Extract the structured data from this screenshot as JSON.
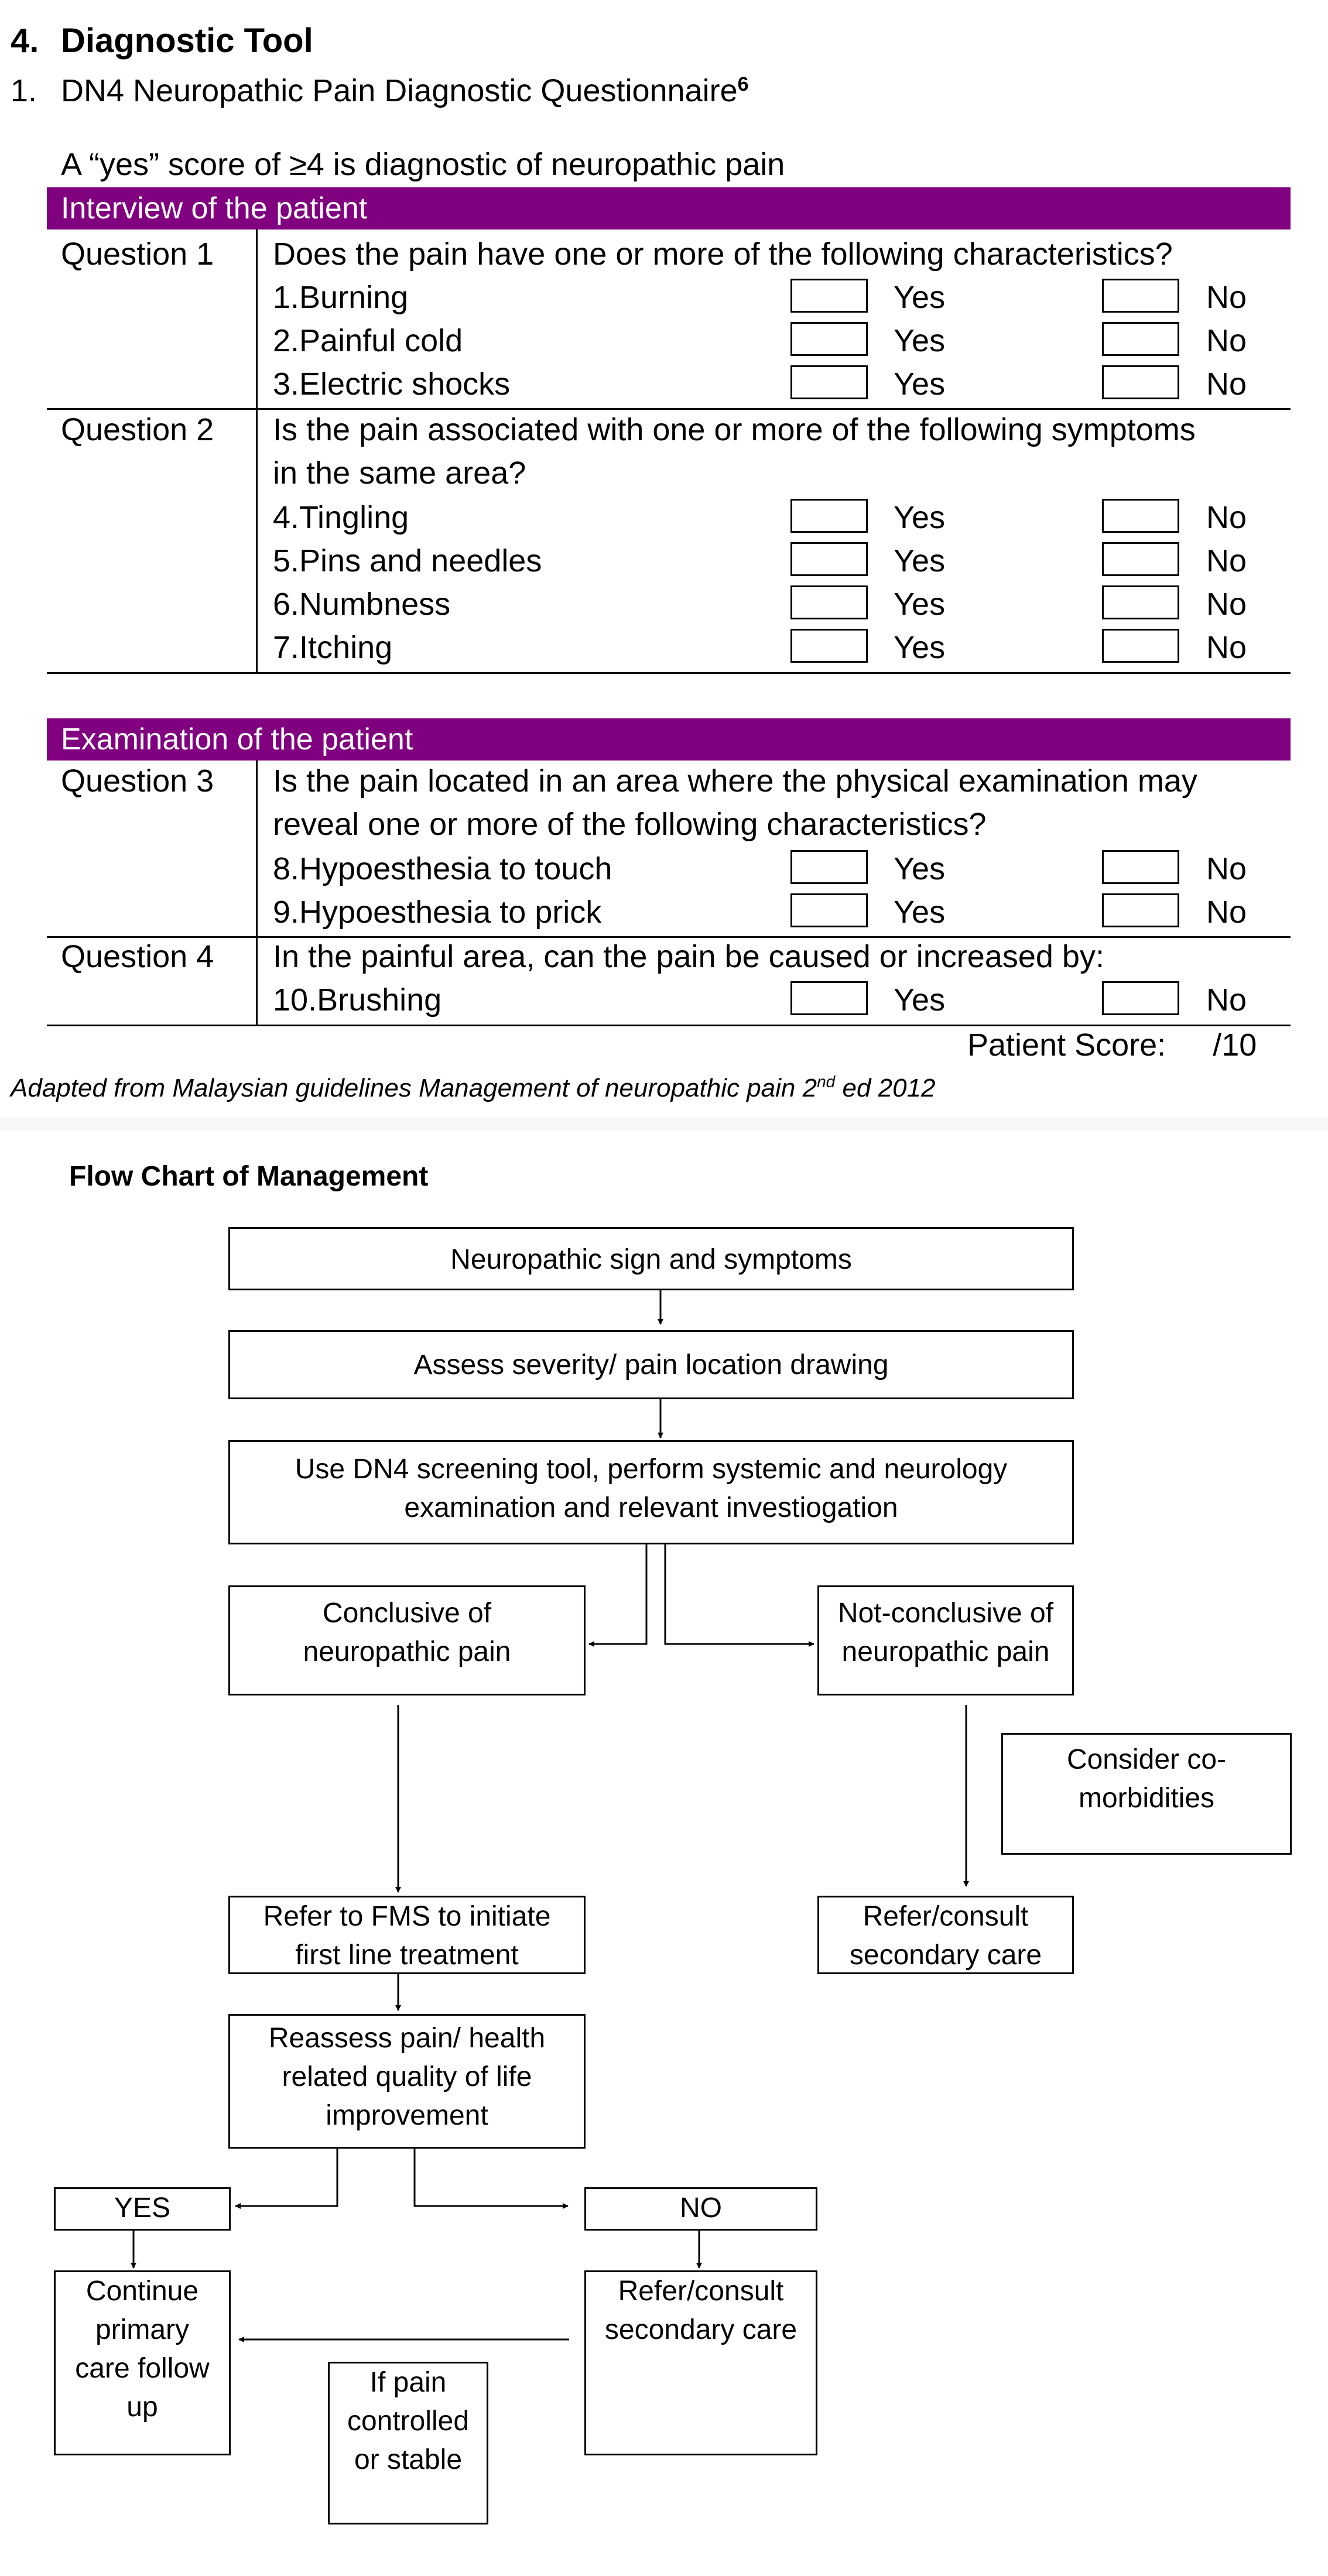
{
  "section": {
    "number": "4.",
    "title": "Diagnostic Tool"
  },
  "subsection": {
    "number": "1.",
    "title": "DN4 Neuropathic Pain Diagnostic Questionnaire",
    "ref": "6"
  },
  "intro": "A “yes” score of ≥4 is diagnostic of neuropathic pain",
  "interview": {
    "header": "Interview of the patient",
    "q1": {
      "label": "Question 1",
      "text": "Does the pain have one or more of the following characteristics?",
      "items": [
        "1.Burning",
        "2.Painful cold",
        "3.Electric shocks"
      ]
    },
    "q2": {
      "label": "Question 2",
      "text_line1": "Is the pain associated with one or more of the following symptoms",
      "text_line2": "in the same area?",
      "items": [
        "4.Tingling",
        "5.Pins and needles",
        "6.Numbness",
        "7.Itching"
      ]
    }
  },
  "examination": {
    "header": "Examination of the patient",
    "q3": {
      "label": "Question 3",
      "text_line1": "Is the pain located in an area where the physical examination may",
      "text_line2": "reveal one or more of the following characteristics?",
      "items": [
        "8.Hypoesthesia to touch",
        "9.Hypoesthesia to prick"
      ]
    },
    "q4": {
      "label": "Question 4",
      "text": "In the painful area, can the pain be caused or increased by:",
      "items": [
        "10.Brushing"
      ]
    }
  },
  "options": {
    "yes": "Yes",
    "no": "No"
  },
  "score": {
    "label": "Patient Score:",
    "value": "/10"
  },
  "caption": {
    "text": "Adapted from Malaysian guidelines Management of neuropathic pain 2",
    "sup": "nd",
    "tail": " ed 2012"
  },
  "flowchart": {
    "title": "Flow Chart of Management",
    "n1": "Neuropathic sign and symptoms",
    "n2": "Assess severity/ pain location drawing",
    "n3": [
      "Use DN4 screening tool, perform systemic and neurology",
      "examination and relevant investiogation"
    ],
    "n4": [
      "Conclusive of",
      "neuropathic pain"
    ],
    "n5": [
      "Not-conclusive of",
      "neuropathic pain"
    ],
    "n6": [
      "Consider co-",
      "morbidities"
    ],
    "n7": [
      "Refer to FMS to initiate",
      "first line treatment"
    ],
    "n8": [
      "Refer/consult",
      "secondary care"
    ],
    "n9": [
      "Reassess pain/ health",
      "related quality of life",
      "improvement"
    ],
    "n10": "YES",
    "n11": "NO",
    "n12": [
      "Continue",
      "primary",
      "care follow",
      "up"
    ],
    "n13": [
      "Refer/consult",
      "secondary care"
    ],
    "n14": [
      "If pain",
      "controlled",
      "or stable"
    ]
  }
}
